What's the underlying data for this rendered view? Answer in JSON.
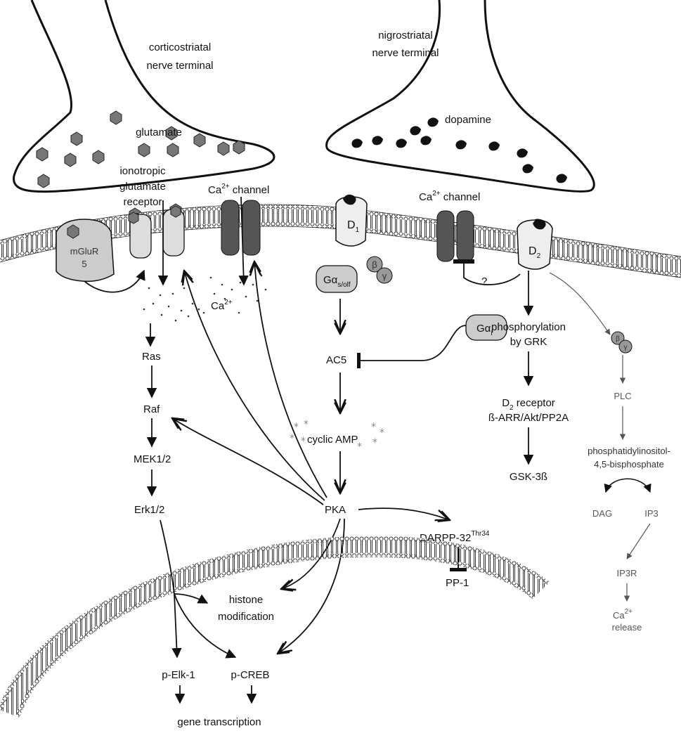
{
  "terminals": {
    "left": {
      "line1": "corticostriatal",
      "line2": "nerve terminal",
      "contents": "glutamate"
    },
    "right": {
      "line1": "nigrostriatal",
      "line2": "nerve terminal",
      "contents": "dopamine"
    }
  },
  "membrane": {
    "ionotropic_line1": "ionotropic",
    "ionotropic_line2": "glutamate",
    "ionotropic_line3": "receptor",
    "ca_channel_left": "Ca",
    "ca_channel_right": "Ca",
    "ca_sup": "2+",
    "channel_word": "channel",
    "mglur_line1": "mGluR",
    "mglur_line2": "5",
    "d1": "D",
    "d1_sub": "1",
    "d2": "D",
    "d2_sub": "2",
    "question": "?"
  },
  "gproteins": {
    "gas_main": "Gα",
    "gas_sub": "s/olf",
    "gai_main": "Gα",
    "gai_sub": "i",
    "beta": "β",
    "gamma": "γ"
  },
  "left_cascade": {
    "ca_influx": "Ca",
    "ca_sup": "2+",
    "ras": "Ras",
    "raf": "Raf",
    "mek": "MEK1/2",
    "erk": "Erk1/2"
  },
  "center_cascade": {
    "ac5": "AC5",
    "camp": "cyclic AMP",
    "pka": "PKA",
    "darpp": "DARPP-32",
    "darpp_sup": "Thr34",
    "pp1": "PP-1"
  },
  "right_cascade": {
    "phos_line1": "phosphorylation",
    "phos_line2": "by GRK",
    "d2r_line1_pre": "D",
    "d2r_line1_sub": "2",
    "d2r_line1_post": " receptor",
    "d2r_line2": "ß-ARR/Akt/PP2A",
    "gsk": "GSK-3ß"
  },
  "far_right": {
    "plc": "PLC",
    "pip_line1": "phosphatidylinositol-",
    "pip_line2": "4,5-bisphosphate",
    "dag": "DAG",
    "ip3": "IP3",
    "ip3r": "IP3R",
    "ca_release_main": "Ca",
    "ca_release_sup": "2+",
    "ca_release_line2": "release"
  },
  "nucleus": {
    "histone_line1": "histone",
    "histone_line2": "modification",
    "pelk": "p-Elk-1",
    "pcreb": "p-CREB",
    "gene": "gene transcription"
  }
}
